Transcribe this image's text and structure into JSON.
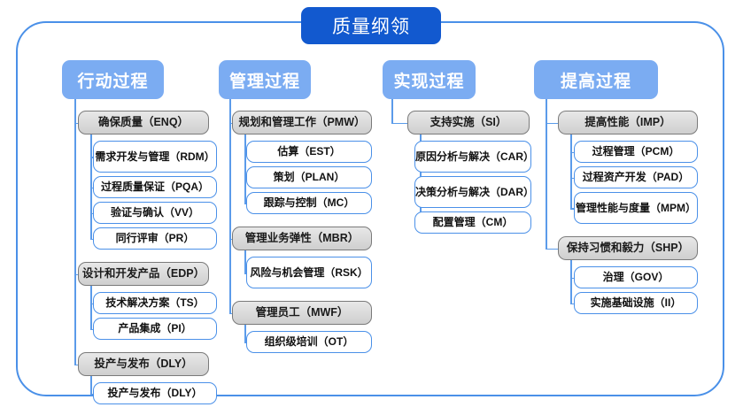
{
  "diagram": {
    "title": "质量纲领",
    "type": "org-tree",
    "colors": {
      "root_fill": "#1259cf",
      "column_header_fill": "#7bacf2",
      "group_box_fill": "#dcdcdc",
      "group_box_border": "#7a7a7a",
      "leaf_box_border": "#4a90e8",
      "connector": "#5b9bea",
      "frame_border": "#4a90e8"
    },
    "columns": [
      {
        "header": "行动过程",
        "groups": [
          {
            "label": "确保质量（ENQ）",
            "items": [
              "需求开发与管理（RDM）",
              "过程质量保证（PQA）",
              "验证与确认（VV）",
              "同行评审（PR）"
            ]
          },
          {
            "label": "设计和开发产品（EDP）",
            "items": [
              "技术解决方案（TS）",
              "产品集成（PI）"
            ]
          },
          {
            "label": "投产与发布（DLY）",
            "items": [
              "投产与发布（DLY）"
            ]
          }
        ]
      },
      {
        "header": "管理过程",
        "groups": [
          {
            "label": "规划和管理工作（PMW）",
            "items": [
              "估算（EST）",
              "策划（PLAN）",
              "跟踪与控制（MC）"
            ]
          },
          {
            "label": "管理业务弹性（MBR）",
            "items": [
              "风险与机会管理（RSK）"
            ]
          },
          {
            "label": "管理员工（MWF）",
            "items": [
              "组织级培训（OT）"
            ]
          }
        ]
      },
      {
        "header": "实现过程",
        "groups": [
          {
            "label": "支持实施（SI）",
            "items": [
              "原因分析与解决（CAR）",
              "决策分析与解决（DAR）",
              "配置管理（CM）"
            ]
          }
        ]
      },
      {
        "header": "提高过程",
        "groups": [
          {
            "label": "提高性能（IMP）",
            "items": [
              "过程管理（PCM）",
              "过程资产开发（PAD）",
              "管理性能与度量（MPM）"
            ]
          },
          {
            "label": "保持习惯和毅力（SHP）",
            "items": [
              "治理（GOV）",
              "实施基础设施（II）"
            ]
          }
        ]
      }
    ]
  }
}
